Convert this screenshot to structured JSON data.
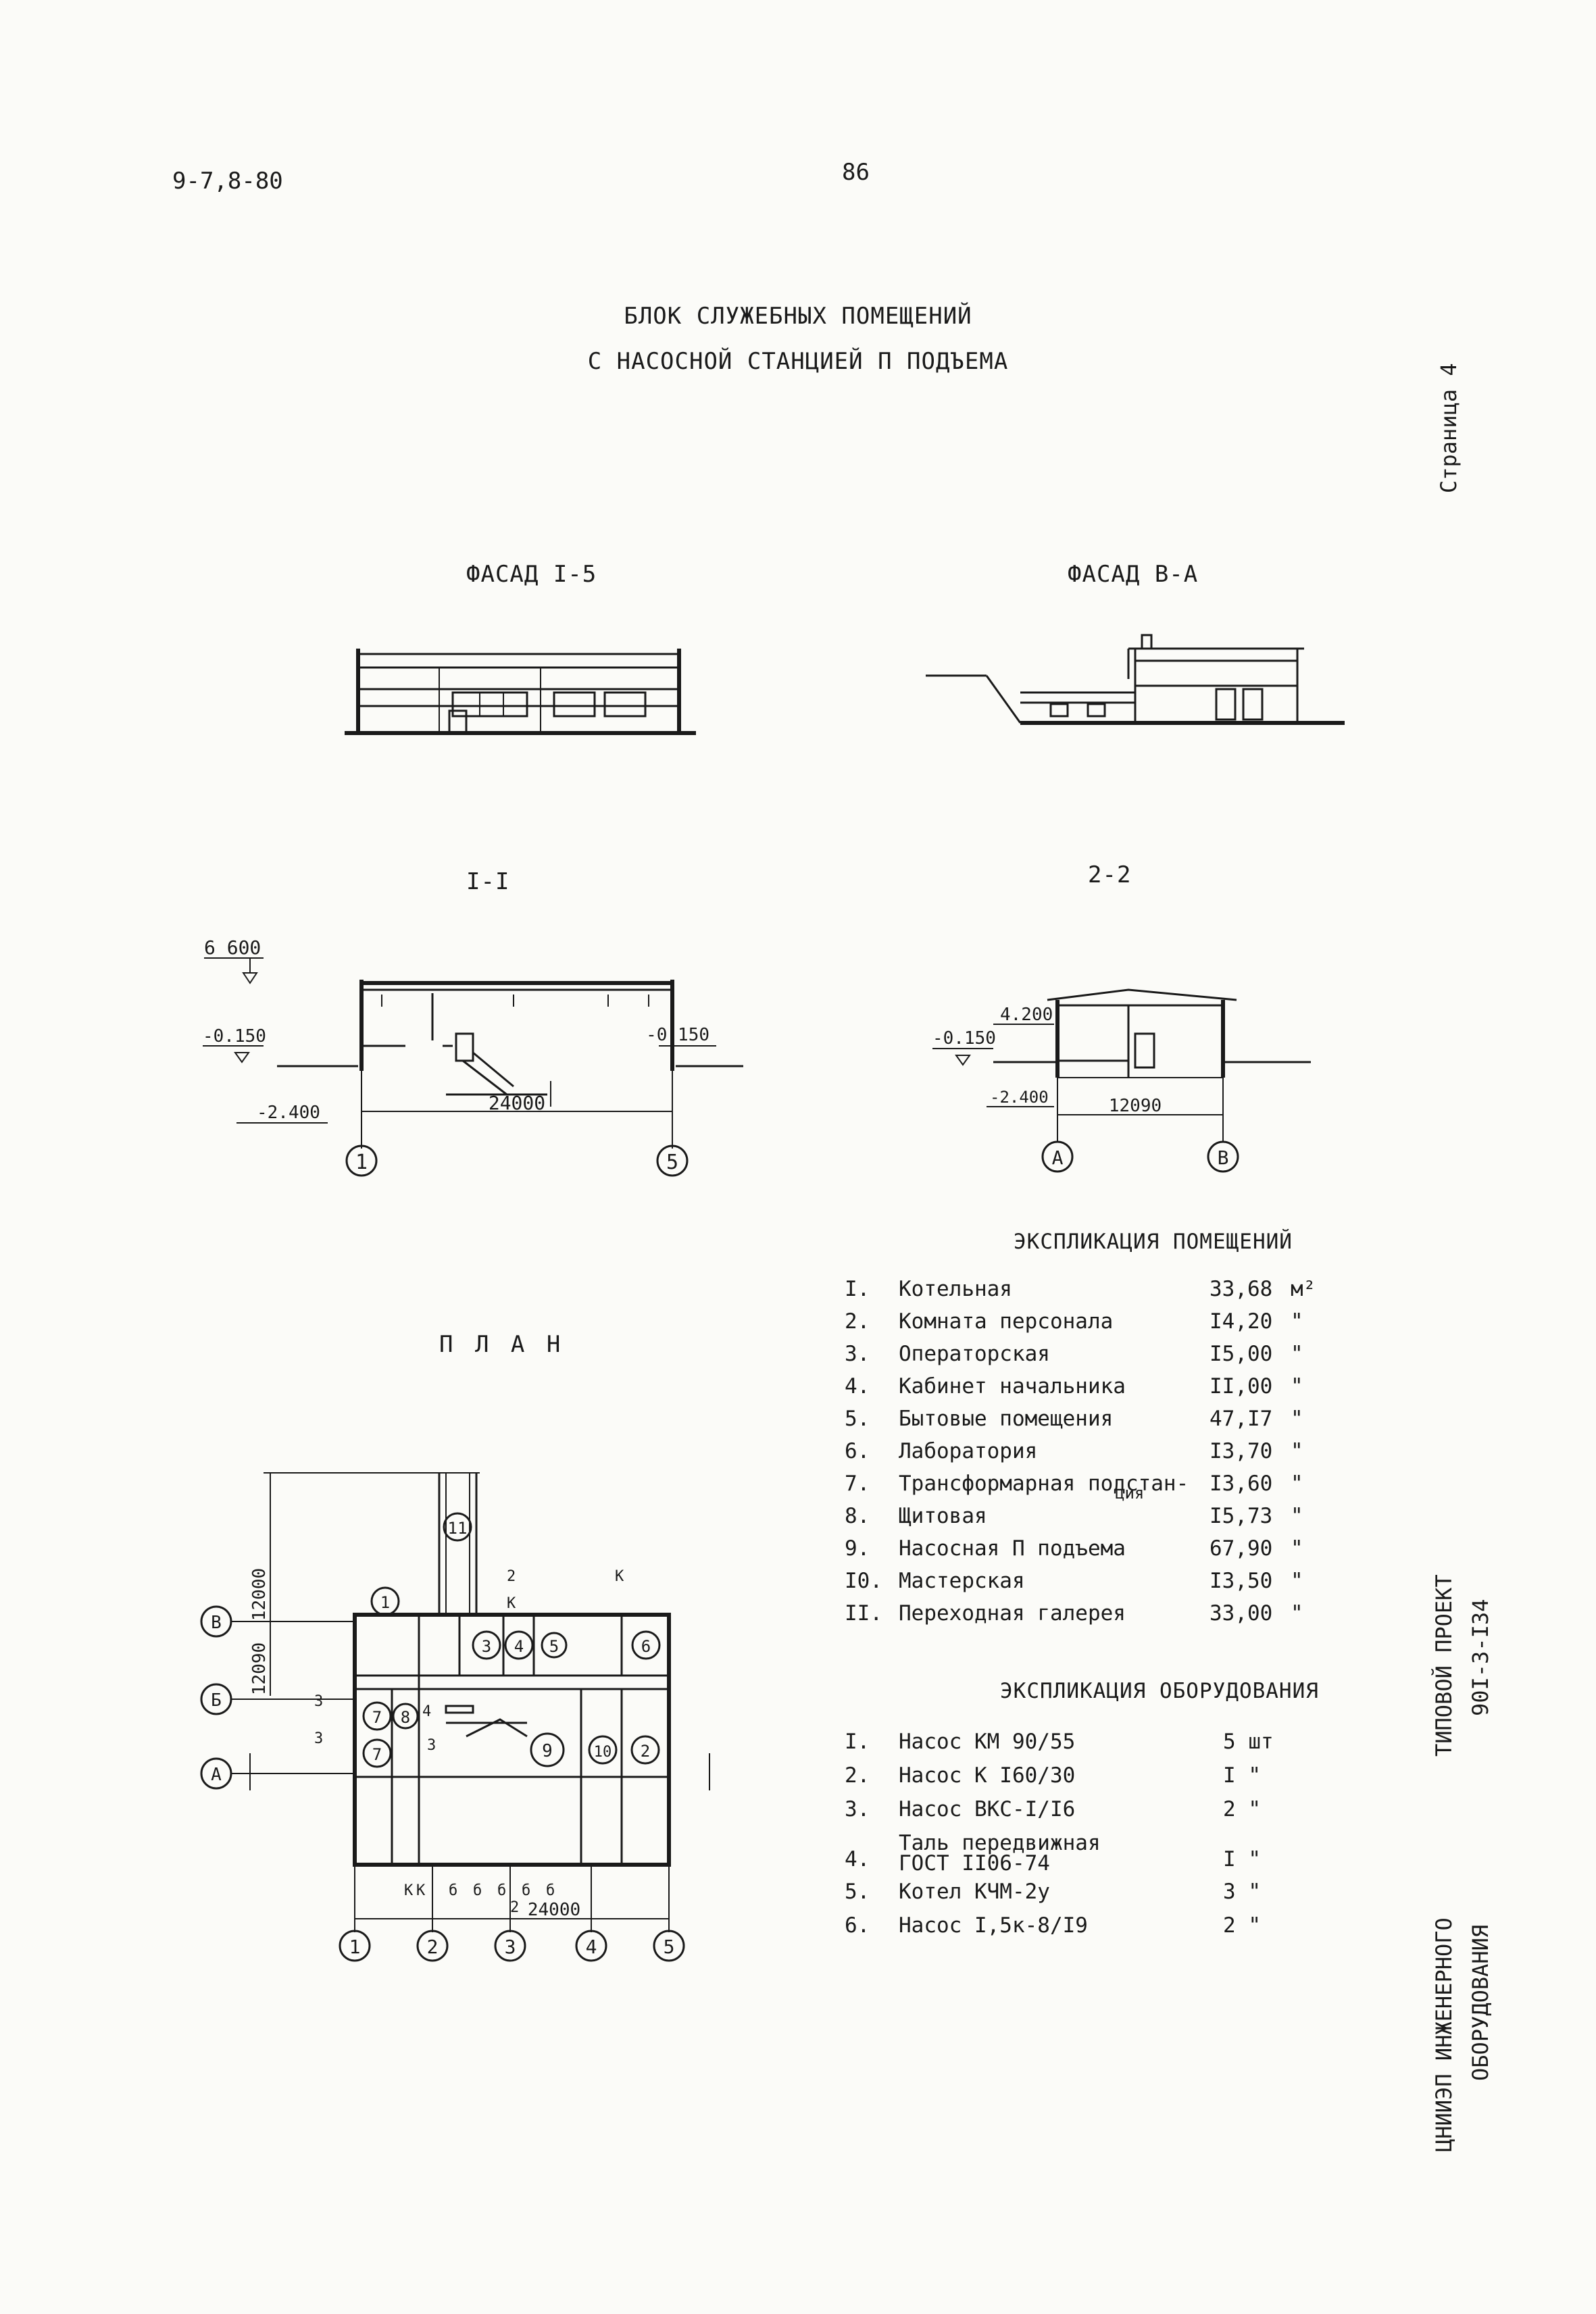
{
  "header": {
    "doc_code": "9-7,8-80",
    "page_number": "86"
  },
  "side_label": "Страница 4",
  "title_lines": [
    "БЛОК СЛУЖЕБНЫХ ПОМЕЩЕНИЙ",
    "С НАСОСНОЙ СТАНЦИЕЙ П ПОДЪЕМА"
  ],
  "captions": {
    "facade_1_5": "ФАСАД I-5",
    "facade_v_a": "ФАСАД В-А",
    "section_1_1": "I-I",
    "section_2_2": "2-2",
    "plan": "П Л А Н"
  },
  "section_1_1": {
    "elev_top": "6 600",
    "elev_left": "-0.150",
    "elev_right": "-0.150",
    "elev_bottom": "-2.400",
    "span": "24000",
    "axis_left": "1",
    "axis_right": "5"
  },
  "section_2_2": {
    "elev_top": "4.200",
    "elev_left": "-0.150",
    "elev_bottom": "-2.400",
    "span": "12090",
    "axis_left": "А",
    "axis_right": "В"
  },
  "plan": {
    "dim_top": "12000",
    "dim_left": "12090",
    "dim_bottom": "24000",
    "axes_bottom": [
      "1",
      "2",
      "3",
      "4",
      "5"
    ],
    "axes_left": [
      "В",
      "Б",
      "А"
    ],
    "rooms": [
      "1",
      "3",
      "4",
      "5",
      "6",
      "7",
      "8",
      "9",
      "10",
      "2",
      "7",
      "11"
    ],
    "marks": {
      "k": "К",
      "b": "б",
      "two": "2",
      "three": "3",
      "four": "4"
    }
  },
  "rooms_table": {
    "title": "ЭКСПЛИКАЦИЯ ПОМЕЩЕНИЙ",
    "rows": [
      {
        "num": "I.",
        "name": "Котельная",
        "value": "33,68",
        "unit": "м²"
      },
      {
        "num": "2.",
        "name": "Комната персонала",
        "value": "I4,20",
        "unit": "\""
      },
      {
        "num": "3.",
        "name": "Операторская",
        "value": "I5,00",
        "unit": "\""
      },
      {
        "num": "4.",
        "name": "Кабинет начальника",
        "value": "II,00",
        "unit": "\""
      },
      {
        "num": "5.",
        "name": "Бытовые помещения",
        "value": "47,I7",
        "unit": "\""
      },
      {
        "num": "6.",
        "name": "Лаборатория",
        "value": "I3,70",
        "unit": "\""
      },
      {
        "num": "7.",
        "name": "Трансформарная подстан-",
        "name2": "ция",
        "value": "I3,60",
        "unit": "\""
      },
      {
        "num": "8.",
        "name": "Щитовая",
        "value": "I5,73",
        "unit": "\""
      },
      {
        "num": "9.",
        "name": "Насосная П подъема",
        "value": "67,90",
        "unit": "\""
      },
      {
        "num": "I0.",
        "name": "Мастерская",
        "value": "I3,50",
        "unit": "\""
      },
      {
        "num": "II.",
        "name": "Переходная галерея",
        "value": "33,00",
        "unit": "\""
      }
    ]
  },
  "equipment_table": {
    "title": "ЭКСПЛИКАЦИЯ ОБОРУДОВАНИЯ",
    "rows": [
      {
        "num": "I.",
        "name": "Насос КМ 90/55",
        "value": "5 шт"
      },
      {
        "num": "2.",
        "name": "Насос К I60/30",
        "value": "I \""
      },
      {
        "num": "3.",
        "name": "Насос ВКС-I/I6",
        "value": "2 \""
      },
      {
        "num": "4.",
        "name": "Таль передвижная",
        "name2": "ГОСТ II06-74",
        "value": "I \""
      },
      {
        "num": "5.",
        "name": "Котел КЧМ-2у",
        "value": "3 \""
      },
      {
        "num": "6.",
        "name": "Насос I,5к-8/I9",
        "value": "2 \""
      }
    ]
  },
  "stamp": {
    "project_line1": "ТИПОВОЙ ПРОЕКТ",
    "project_line2": "90I-3-I34",
    "org_line1": "ЦНИИЭП ИНЖЕНЕРНОГО",
    "org_line2": "ОБОРУДОВАНИЯ"
  }
}
